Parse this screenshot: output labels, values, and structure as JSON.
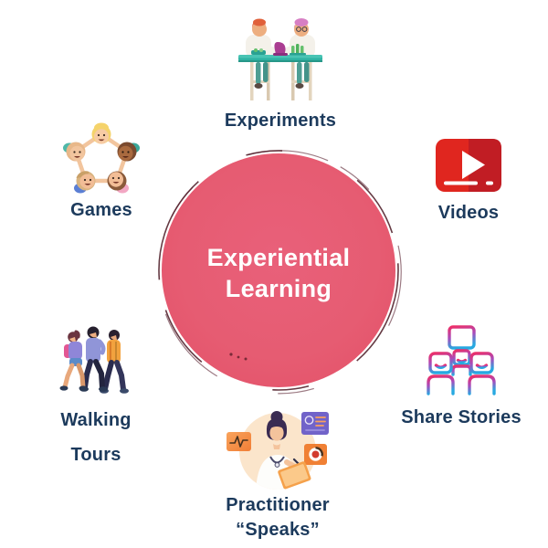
{
  "diagram": {
    "type": "circular-concept-map",
    "center": {
      "title_line1": "Experiential",
      "title_line2": "Learning"
    },
    "nodes": {
      "experiments": {
        "label": "Experiments",
        "icon": "lab-experiments-illustration"
      },
      "videos": {
        "label": "Videos",
        "icon": "youtube-play-icon"
      },
      "share_stories": {
        "label": "Share Stories",
        "icon": "people-sharing-stories-icon"
      },
      "practitioner": {
        "label_line1": "Practitioner",
        "label_line2": "“Speaks”",
        "icon": "doctor-practitioner-illustration"
      },
      "walking_tours": {
        "label_line1": "Walking",
        "label_line2": "Tours",
        "icon": "walking-people-illustration"
      },
      "games": {
        "label": "Games",
        "icon": "kids-circle-game-illustration"
      }
    },
    "colors": {
      "center_circle_pink": "#E65C72",
      "sketch_stroke": "#4A1822",
      "label_navy": "#1C3A5C",
      "title_white": "#FFFFFF",
      "youtube_red": "#E0261F",
      "youtube_dark_red": "#C11D24",
      "share_gradient_top": "#ED2E67",
      "share_gradient_mid": "#A94BBB",
      "share_gradient_bottom": "#27A9E1"
    }
  }
}
